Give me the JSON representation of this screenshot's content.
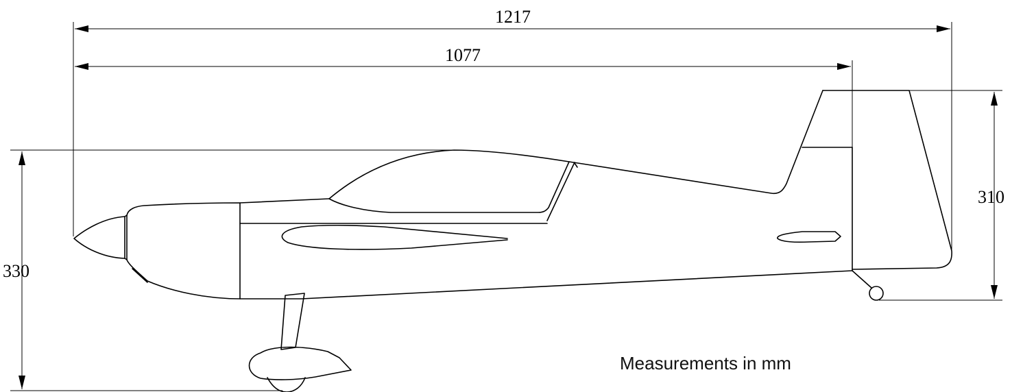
{
  "dimensions": {
    "overall_length": "1217",
    "fuselage_length": "1077",
    "tail_height": "310",
    "overall_height": "330"
  },
  "note": "Measurements in mm"
}
